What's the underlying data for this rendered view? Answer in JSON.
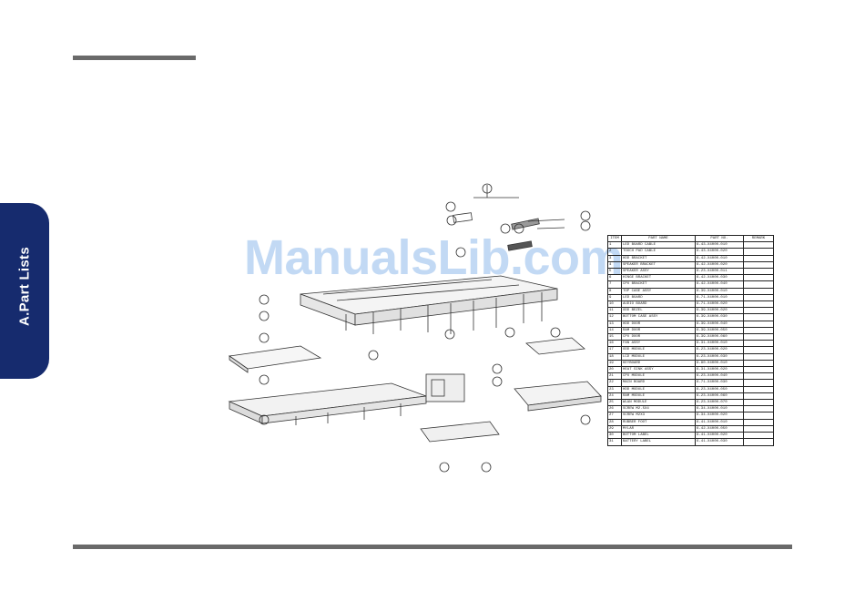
{
  "side_tab": {
    "label": "A.Part Lists"
  },
  "watermark": {
    "text": "ManualsLib.com"
  },
  "parts_table": {
    "headers": [
      "ITEM",
      "PART NAME",
      "PART NO.",
      "REMARK"
    ],
    "rows": [
      [
        "1",
        "LED BOARD CABLE",
        "6-43-X4000-010",
        ""
      ],
      [
        "2",
        "TOUCH PAD CABLE",
        "6-43-X4000-020",
        ""
      ],
      [
        "3",
        "HDD BRACKET",
        "6-42-X4000-010",
        ""
      ],
      [
        "4",
        "SPEAKER BRACKET",
        "6-42-X4000-020",
        ""
      ],
      [
        "5",
        "SPEAKER ASSY",
        "6-23-X4000-011",
        ""
      ],
      [
        "6",
        "HINGE BRACKET",
        "6-42-X4000-030",
        ""
      ],
      [
        "7",
        "CPU BRACKET",
        "6-42-X4000-040",
        ""
      ],
      [
        "8",
        "TOP CASE ASSY",
        "6-39-X4000-010",
        ""
      ],
      [
        "9",
        "LED BOARD",
        "6-71-X4000-010",
        ""
      ],
      [
        "10",
        "AUDIO BOARD",
        "6-71-X4000-020",
        ""
      ],
      [
        "11",
        "ODD BEZEL",
        "6-39-X4000-020",
        ""
      ],
      [
        "12",
        "BOTTOM CASE ASSY",
        "6-39-X4000-030",
        ""
      ],
      [
        "13",
        "HDD DOOR",
        "6-39-X4000-040",
        ""
      ],
      [
        "14",
        "RAM DOOR",
        "6-39-X4000-050",
        ""
      ],
      [
        "15",
        "CPU DOOR",
        "6-39-X4000-060",
        ""
      ],
      [
        "16",
        "FAN ASSY",
        "6-31-X4000-010",
        ""
      ],
      [
        "17",
        "ODD MODULE",
        "6-23-X4000-020",
        ""
      ],
      [
        "18",
        "LCD MODULE",
        "6-23-X4000-030",
        ""
      ],
      [
        "19",
        "KEYBOARD",
        "6-80-X4000-010",
        ""
      ],
      [
        "20",
        "HEAT SINK ASSY",
        "6-31-X4000-020",
        ""
      ],
      [
        "21",
        "CPU MODULE",
        "6-23-X4000-040",
        ""
      ],
      [
        "22",
        "MAIN BOARD",
        "6-71-X4000-030",
        ""
      ],
      [
        "23",
        "HDD MODULE",
        "6-23-X4000-050",
        ""
      ],
      [
        "24",
        "RAM MODULE",
        "6-23-X4000-060",
        ""
      ],
      [
        "25",
        "WLAN MODULE",
        "6-23-X4000-070",
        ""
      ],
      [
        "26",
        "SCREW M2.5X4",
        "6-34-X4000-010",
        ""
      ],
      [
        "27",
        "SCREW M2X3",
        "6-34-X4000-020",
        ""
      ],
      [
        "28",
        "RUBBER FOOT",
        "6-41-X4000-010",
        ""
      ],
      [
        "29",
        "MYLAR",
        "6-42-X4000-050",
        ""
      ],
      [
        "30",
        "BOTTOM LABEL",
        "6-41-X4000-020",
        ""
      ],
      [
        "31",
        "BATTERY LABEL",
        "6-41-X4000-030",
        ""
      ]
    ]
  }
}
